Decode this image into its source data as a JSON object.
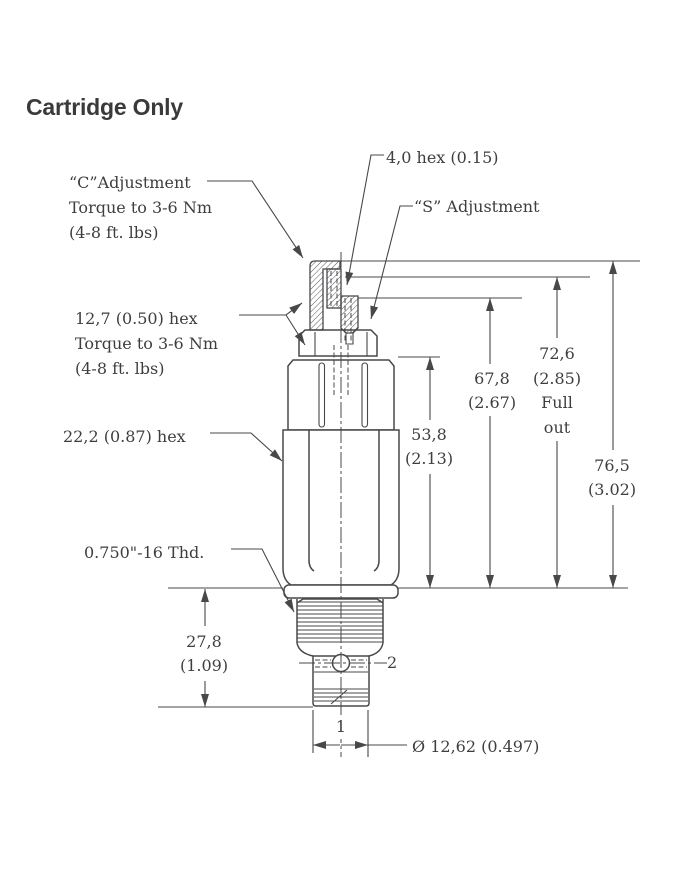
{
  "page": {
    "title": "Cartridge Only"
  },
  "colors": {
    "line": "#48484b",
    "text": "#3e3e41",
    "title_text": "#3a3a3c",
    "background": "#ffffff"
  },
  "labels": {
    "c_adjustment": {
      "lines": [
        "“C”Adjustment",
        "Torque to 3-6 Nm",
        "(4-8 ft. lbs)"
      ]
    },
    "hex_40": {
      "text": "4,0 hex (0.15)"
    },
    "s_adjustment": {
      "text": "“S” Adjustment"
    },
    "hex_127": {
      "lines": [
        "12,7 (0.50) hex",
        "Torque to 3-6 Nm",
        "(4-8 ft. lbs)"
      ]
    },
    "hex_222": {
      "text": "22,2 (0.87) hex"
    },
    "thread": {
      "text": "0.750\"-16 Thd."
    },
    "port_1": "1",
    "port_2": "2",
    "diameter": "Ø 12,62 (0.497)"
  },
  "dimensions": {
    "d538": {
      "mm": "53,8",
      "in": "(2.13)"
    },
    "d678": {
      "mm": "67,8",
      "in": "(2.67)"
    },
    "d726": {
      "mm": "72,6",
      "in": "(2.85)",
      "note1": "Full",
      "note2": "out"
    },
    "d765": {
      "mm": "76,5",
      "in": "(3.02)"
    },
    "d278": {
      "mm": "27,8",
      "in": "(1.09)"
    }
  }
}
